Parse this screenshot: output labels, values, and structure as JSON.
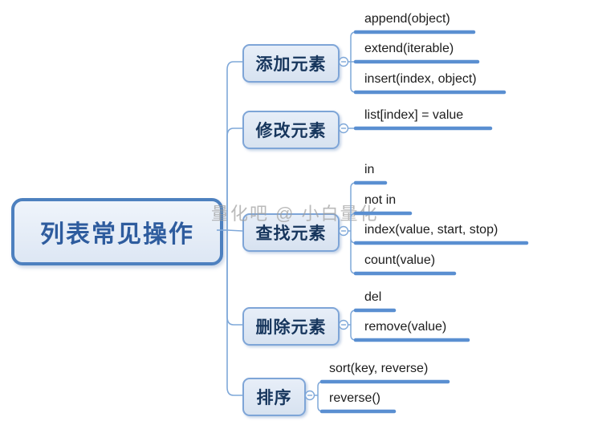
{
  "root": {
    "label": "列表常见操作"
  },
  "watermark": {
    "text": "量化吧 @ 小白量化"
  },
  "branches": [
    {
      "label": "添加元素",
      "children": [
        "append(object)",
        "extend(iterable)",
        "insert(index, object)"
      ]
    },
    {
      "label": "修改元素",
      "children": [
        "list[index] = value"
      ]
    },
    {
      "label": "查找元素",
      "children": [
        "in",
        "not in",
        "index(value, start, stop)",
        "count(value)"
      ]
    },
    {
      "label": "删除元素",
      "children": [
        "del",
        "remove(value)"
      ]
    },
    {
      "label": "排序",
      "children": [
        "sort(key, reverse)",
        "reverse()"
      ]
    }
  ],
  "icons": {
    "collapse_handle": "minus-circle-icon"
  },
  "colors": {
    "background": "#ffffff",
    "root_border": "#4d80bf",
    "root_text": "#2e5c9e",
    "branch_border": "#7ea5d7",
    "branch_fill": "#dce6f2",
    "branch_text": "#17365d",
    "leaf_underline": "#5a8fd1",
    "connector_line": "#7fa8d9",
    "leaf_text": "#1c1c1c",
    "watermark_gray": "#a0a0a0"
  }
}
